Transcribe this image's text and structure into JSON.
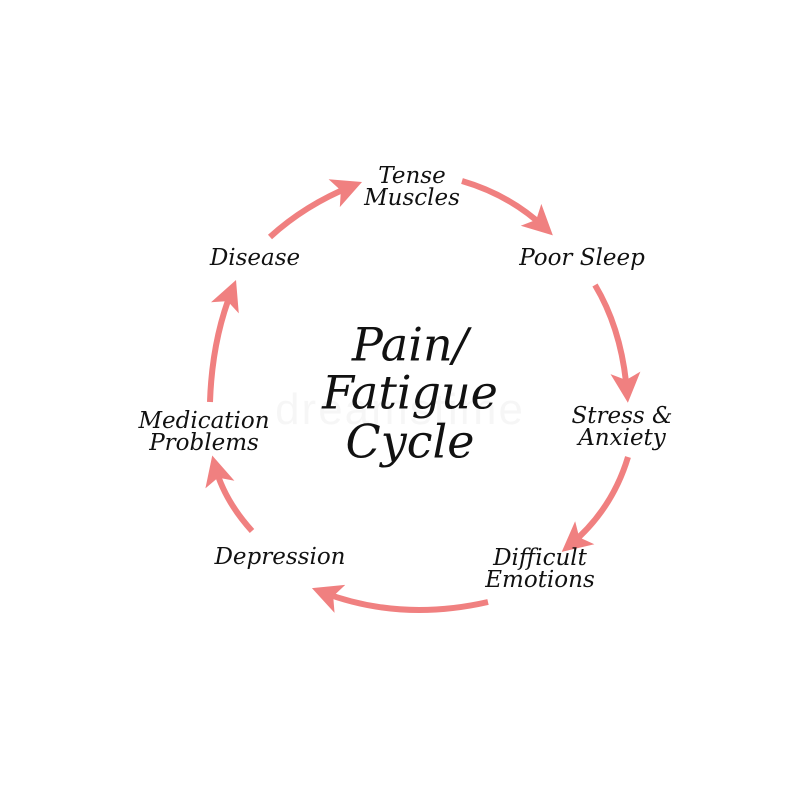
{
  "title": {
    "lines": [
      "Pain/",
      "Fatigue",
      "Cycle"
    ]
  },
  "watermark": "dreamstime",
  "colors": {
    "arrow": "#f08080",
    "text": "#111111",
    "background": "#ffffff"
  },
  "nodes": [
    {
      "lines": [
        "Tense",
        "Muscles"
      ]
    },
    {
      "lines": [
        "Poor Sleep"
      ]
    },
    {
      "lines": [
        "Stress &",
        "Anxiety"
      ]
    },
    {
      "lines": [
        "Difficult",
        "Emotions"
      ]
    },
    {
      "lines": [
        "Depression"
      ]
    },
    {
      "lines": [
        "Medication",
        "Problems"
      ]
    },
    {
      "lines": [
        "Disease"
      ]
    }
  ]
}
